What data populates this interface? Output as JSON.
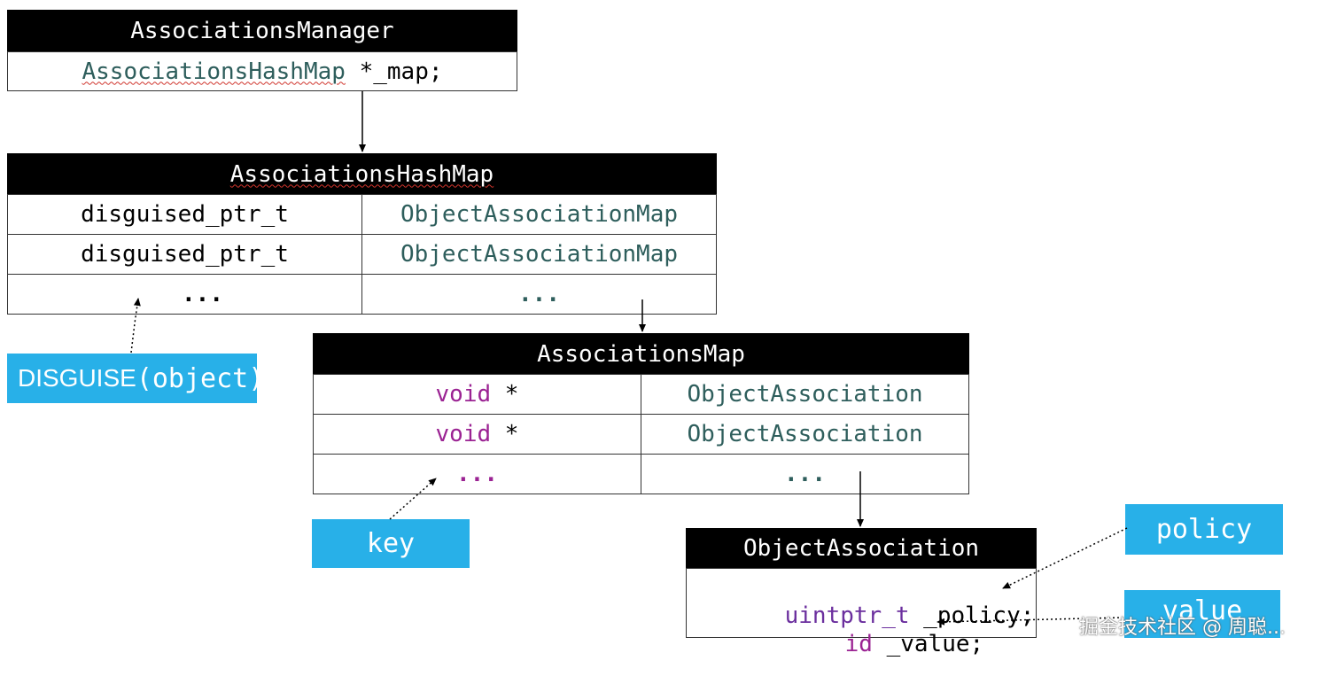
{
  "manager": {
    "title": "AssociationsManager",
    "field_type": "AssociationsHashMap",
    "field_rest": " *_map;"
  },
  "hash_map": {
    "title": "AssociationsHashMap",
    "rows": [
      {
        "key": "disguised_ptr_t",
        "value": "ObjectAssociationMap"
      },
      {
        "key": "disguised_ptr_t",
        "value": "ObjectAssociationMap"
      },
      {
        "key": "...",
        "value": "..."
      }
    ]
  },
  "assoc_map": {
    "title": "AssociationsMap",
    "rows": [
      {
        "key_kw": "void",
        "key_rest": " *",
        "value": "ObjectAssociation"
      },
      {
        "key_kw": "void",
        "key_rest": " *",
        "value": "ObjectAssociation"
      },
      {
        "key_kw": "...",
        "key_rest": "",
        "value": "..."
      }
    ]
  },
  "object_association": {
    "title": "ObjectAssociation",
    "line1_type": "uintptr_t",
    "line1_rest": " _policy;",
    "line2_type": "id",
    "line2_rest": " _value;"
  },
  "labels": {
    "disguise_prefix": "DISGUISE",
    "disguise_arg": "(object)",
    "key": "key",
    "policy": "policy",
    "value": "value"
  },
  "watermark": "掘金技术社区 @ 周聪..."
}
